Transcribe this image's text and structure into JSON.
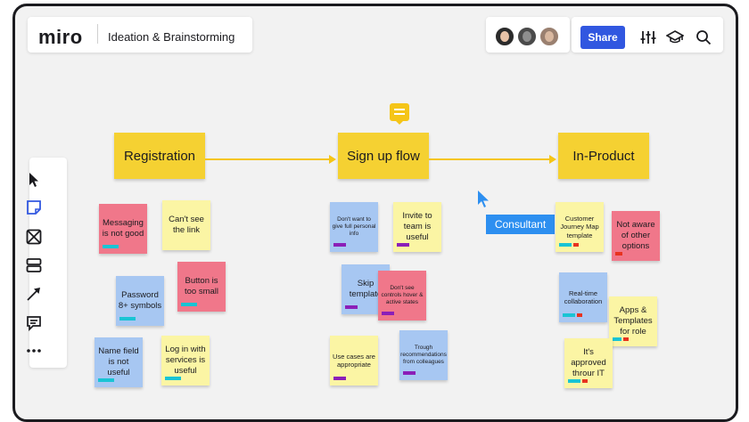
{
  "header": {
    "logo": "miro",
    "board_title": "Ideation & Brainstorming",
    "share_label": "Share"
  },
  "avatars": [
    {
      "name": "avatar-1",
      "color": "#2b2b2b"
    },
    {
      "name": "avatar-2",
      "color": "#4a4a4a"
    },
    {
      "name": "avatar-3",
      "color": "#9a8070"
    }
  ],
  "frames": {
    "registration": "Registration",
    "signup": "Sign up flow",
    "inproduct": "In-Product"
  },
  "cursor_label": "Consultant",
  "notes": {
    "reg1": "Messaging is not good",
    "reg2": "Can't see the link",
    "reg3": "Password 8+ symbols",
    "reg4": "Button is too small",
    "reg5": "Name field is not useful",
    "reg6": "Log in with services is useful",
    "sig1": "Don't want to give full personal info",
    "sig2": "Invite to team is useful",
    "sig3": "Skip template",
    "sig4": "Don't see controls hover & active states",
    "sig5": "Use cases are appropriate",
    "sig6": "Trough recommendations from colleagues",
    "inp1": "Customer Journey Map template",
    "inp2": "Not aware of other options",
    "inp3": "Real-time collaboration",
    "inp4": "Apps & Templates for role",
    "inp5": "It's approved throur IT"
  },
  "colors": {
    "accent": "#3157e0",
    "frame": "#f5d132",
    "pink": "#f0778a",
    "yellow": "#fbf5a4",
    "blue": "#a7c7f2",
    "tag_cyan": "#19c4d4",
    "tag_purple": "#8b1fb8",
    "tag_red": "#e8331f"
  }
}
